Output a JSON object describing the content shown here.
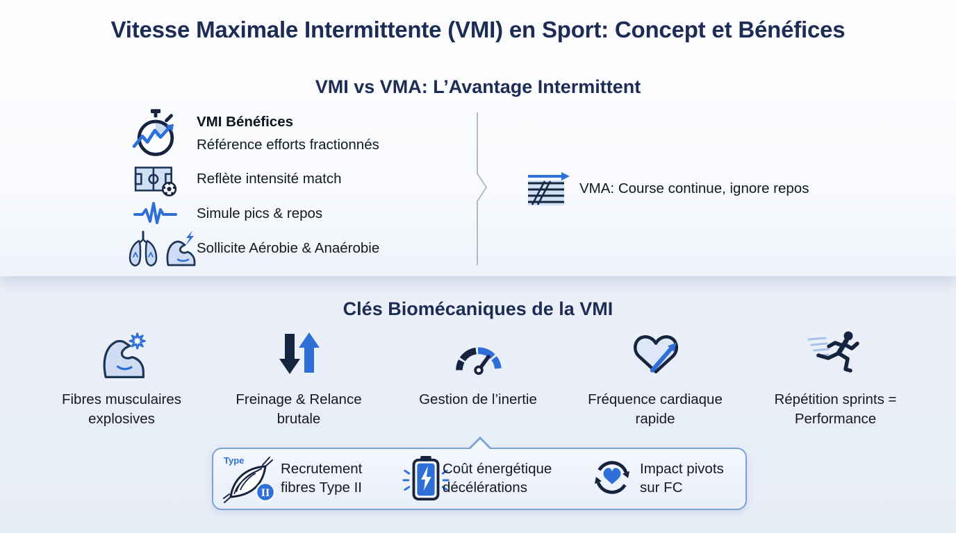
{
  "page": {
    "title": "Vitesse Maximale Intermittente (VMI) en Sport: Concept et Bénéfices"
  },
  "comparison": {
    "title": "VMI vs VMA: L’Avantage Intermittent",
    "vmi": {
      "rows": [
        {
          "icon": "stopwatch-trend-icon",
          "title": "VMI Bénéfices",
          "text": "Référence efforts fractionnés"
        },
        {
          "icon": "soccer-field-icon",
          "text": "Reflète intensité match"
        },
        {
          "icon": "heartbeat-pulse-icon",
          "text": "Simule pics & repos"
        },
        {
          "icon": "lungs-and-bicep-icon",
          "text": "Sollicite Aérobie & Anaérobie"
        }
      ]
    },
    "vma": {
      "icon": "running-track-arrow-icon",
      "text": "VMA: Course continue, ignore repos"
    }
  },
  "biomechanics": {
    "title": "Clés Biomécaniques de la VMI",
    "items": [
      {
        "icon": "flexed-bicep-burst-icon",
        "label": "Fibres musculaires explosives"
      },
      {
        "icon": "down-up-arrows-icon",
        "label": "Freinage & Relance brutale"
      },
      {
        "icon": "speedometer-icon",
        "label": "Gestion de l’inertie"
      },
      {
        "icon": "heart-rate-arrow-icon",
        "label": "Fréquence cardiaque rapide"
      },
      {
        "icon": "sprinter-icon",
        "label": "Répétition sprints = Performance"
      }
    ],
    "callout": {
      "items": [
        {
          "icon": "muscle-fiber-type2-icon",
          "icon_label": "Type",
          "icon_badge": "II",
          "label": "Recrutement fibres Type II"
        },
        {
          "icon": "battery-bolt-icon",
          "label": "Coût énergétique décélérations"
        },
        {
          "icon": "cycle-heart-icon",
          "label": "Impact pivots sur FC"
        }
      ]
    }
  },
  "colors": {
    "accent_blue": "#2e6fd8",
    "navy": "#16243f",
    "heading_navy": "#1d2c55",
    "light_icon_fill": "#cfdcf3",
    "callout_border": "#7ba2d8",
    "page_background": "#e9eef7"
  }
}
